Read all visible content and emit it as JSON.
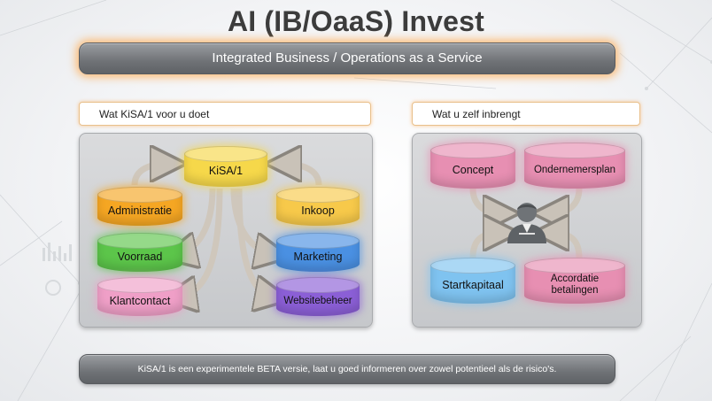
{
  "title": "AI (IB/OaaS) Invest",
  "subtitle": "Integrated Business / Operations as a Service",
  "left_panel": {
    "heading": "Wat KiSA/1 voor u doet",
    "center": "KiSA/1",
    "items": [
      {
        "label": "Administratie",
        "color": "#f5a623"
      },
      {
        "label": "Voorraad",
        "color": "#5cc54a"
      },
      {
        "label": "Klantcontact",
        "color": "#ef9fc7"
      },
      {
        "label": "Inkoop",
        "color": "#f7c94a"
      },
      {
        "label": "Marketing",
        "color": "#4a90e2"
      },
      {
        "label": "Websitebeheer",
        "color": "#8b5fd6"
      }
    ],
    "center_color": "#f6d84a"
  },
  "right_panel": {
    "heading": "Wat u zelf inbrengt",
    "items": [
      {
        "label": "Concept",
        "color": "#e78fb2"
      },
      {
        "label": "Ondernemersplan",
        "color": "#e78fb2"
      },
      {
        "label": "Startkapitaal",
        "color": "#7fc3f0"
      },
      {
        "label": "Accordatie betalingen",
        "color": "#e78fb2"
      }
    ]
  },
  "footer": "KiSA/1 is een experimentele BETA versie, laat u goed informeren over zowel potentieel als de risico's.",
  "colors": {
    "accent_glow": "#ffa546",
    "bar": "#6f7276"
  }
}
